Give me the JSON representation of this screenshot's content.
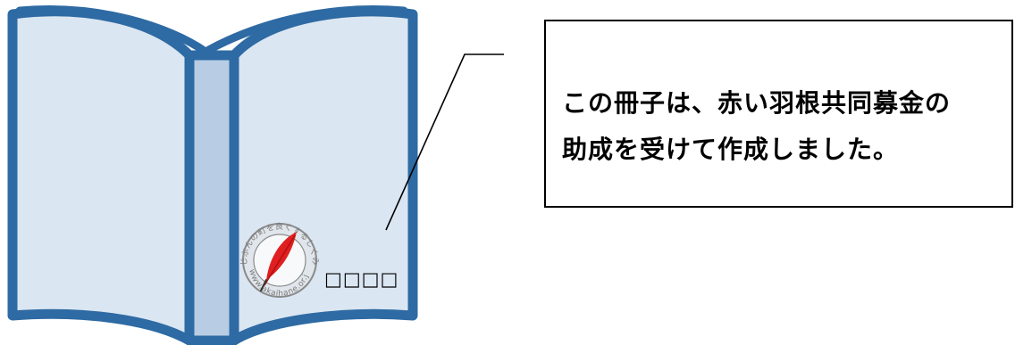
{
  "callout": {
    "line1": "この冊子は、赤い羽根共同募金の",
    "line2": "助成を受けて作成しました。"
  },
  "book": {
    "label": "□□□□",
    "seal_text_top": "じぶんの町を良くするしくみ",
    "seal_text_bottom": "www.akaihane.or.jp"
  },
  "colors": {
    "book_outline": "#2e6aa3",
    "page_fill": "#dae6f2",
    "spine_fill": "#b8cde3",
    "feather": "#e02020"
  }
}
